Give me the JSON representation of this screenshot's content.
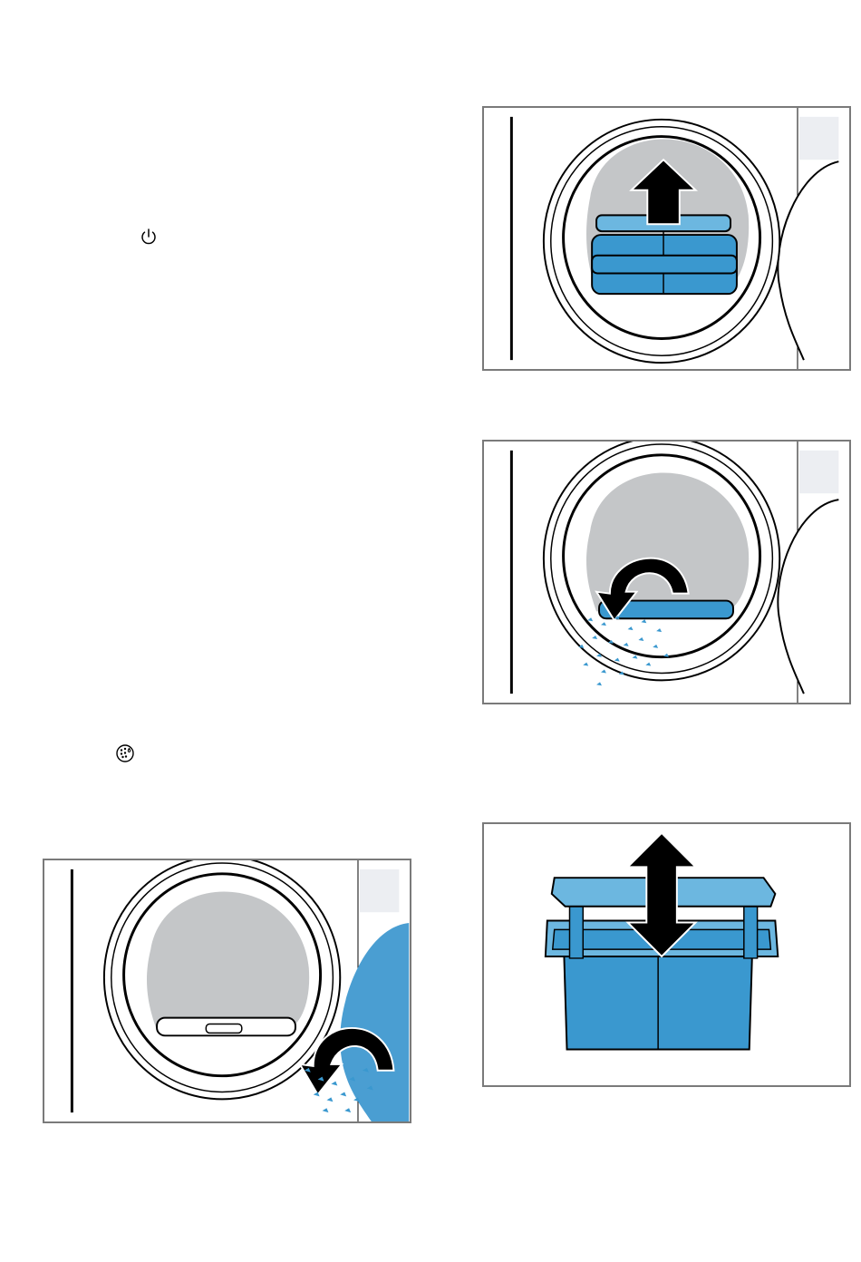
{
  "icons": {
    "power": "power-icon",
    "filter_clean": "filter-clean-icon"
  },
  "illustrations": [
    {
      "name": "illustration-remove-filter",
      "arrow": "up"
    },
    {
      "name": "illustration-empty-lint",
      "arrow": "tip-over"
    },
    {
      "name": "illustration-clean-door",
      "arrow": "tip-over"
    },
    {
      "name": "illustration-separate-filter",
      "arrow": "up-down"
    }
  ],
  "colors": {
    "blue": "#3a98cf",
    "blue_light": "#6cb7e0",
    "grey": "#c4c6c8",
    "frame": "#7a7a7a"
  }
}
